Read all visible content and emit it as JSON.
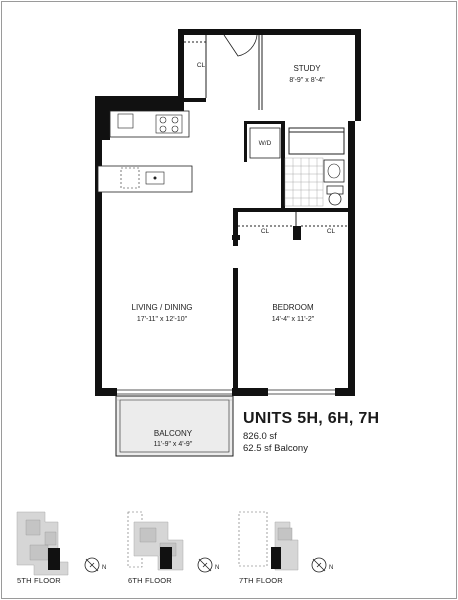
{
  "rooms": {
    "study": {
      "name": "STUDY",
      "dims": "8'-9\" x 8'-4\""
    },
    "closet": "CL",
    "washer_dryer": "W/D",
    "living": {
      "name": "LIVING / DINING",
      "dims": "17'-11\" x 12'-10\""
    },
    "bedroom": {
      "name": "BEDROOM",
      "dims": "14'-4\" x 11'-2\""
    },
    "balcony": {
      "name": "BALCONY",
      "dims": "11'-9\" x 4'-9\""
    }
  },
  "unit_info": {
    "title": "UNITS 5H, 6H, 7H",
    "area": "826.0 sf",
    "balcony_area": "62.5 sf Balcony"
  },
  "key_plans": [
    {
      "label": "5TH FLOOR",
      "compass": "N"
    },
    {
      "label": "6TH FLOOR",
      "compass": "N"
    },
    {
      "label": "7TH FLOOR",
      "compass": "N"
    }
  ]
}
